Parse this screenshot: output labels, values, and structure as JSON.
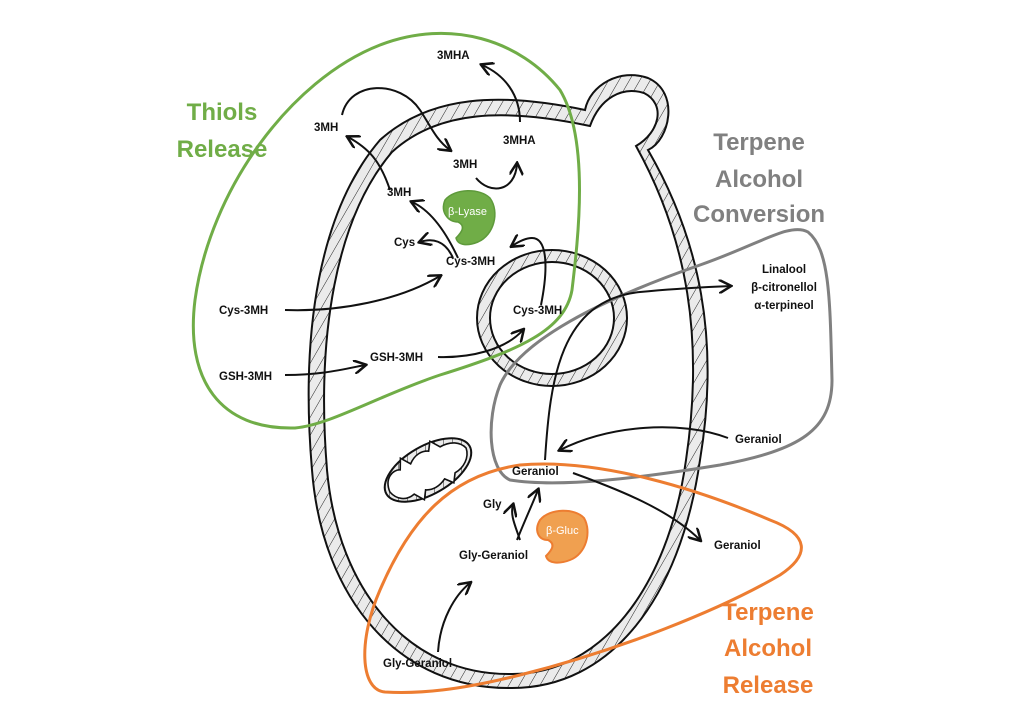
{
  "colors": {
    "thiols": "#70ad47",
    "terpene_conversion": "#808080",
    "terpene_release": "#ed7d31",
    "wall_fill": "#ebebeb",
    "ink": "#111111"
  },
  "regions": {
    "thiols_release": {
      "title_line1": "Thiols",
      "title_line2": "Release"
    },
    "terpene_conversion": {
      "title_line1": "Terpene",
      "title_line2": "Alcohol",
      "title_line3": "Conversion"
    },
    "terpene_release": {
      "title_line1": "Terpene",
      "title_line2": "Alcohol",
      "title_line3": "Release"
    }
  },
  "enzymes": {
    "lyase": "β-Lyase",
    "gluc": "β-Gluc"
  },
  "thiols": {
    "cys3mh_outside": "Cys-3MH",
    "gsh3mh_outside": "GSH-3MH",
    "gsh3mh_inside": "GSH-3MH",
    "cys3mh_vacuole": "Cys-3MH",
    "cys3mh_cytosol": "Cys-3MH",
    "cys": "Cys",
    "mh_inner": "3MH",
    "mh_outside": "3MH",
    "mh_reentered": "3MH",
    "mha_inside": "3MHA",
    "mha_outside": "3MHA"
  },
  "terpenes": {
    "products_line1": "Linalool",
    "products_line2": "β-citronellol",
    "products_line3": "α-terpineol",
    "geraniol_outside_right": "Geraniol",
    "geraniol_center": "Geraniol",
    "geraniol_exported": "Geraniol",
    "gly": "Gly",
    "gly_geraniol_inside": "Gly-Geraniol",
    "gly_geraniol_outside": "Gly-Geraniol"
  }
}
